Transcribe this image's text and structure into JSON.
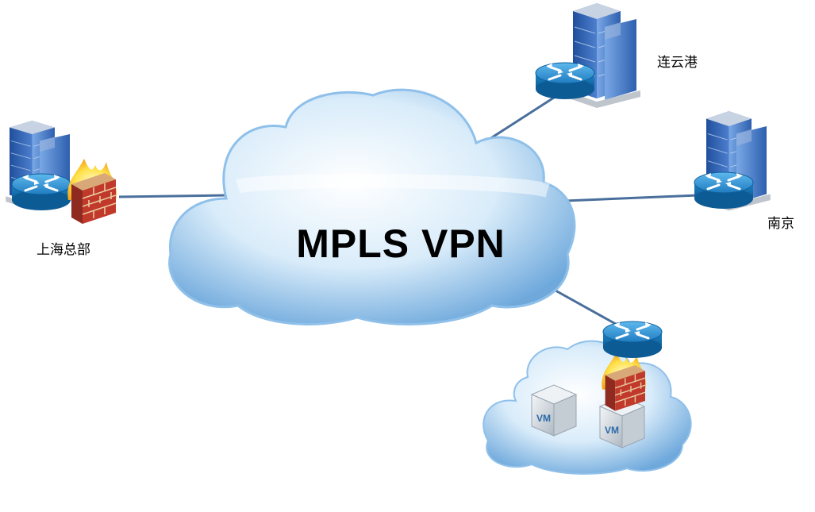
{
  "cloud": {
    "title": "MPLS VPN"
  },
  "sites": {
    "shanghai_hq": "上海总部",
    "lianyungang": "连云港",
    "nanjing": "南京"
  },
  "datacenter": {
    "vm_label_1": "VM",
    "vm_label_2": "VM"
  },
  "colors": {
    "cloud_fill_light": "#e6f3fc",
    "cloud_fill_dark": "#7fb6e3",
    "link_line": "#4a6f9c",
    "router_body": "#2d8fd0",
    "firewall_brick": "#b3342a",
    "building_glass": "#3a6fc0"
  },
  "icons": [
    "router-icon",
    "firewall-icon",
    "building-icon",
    "vm-box-icon",
    "cloud-icon"
  ]
}
